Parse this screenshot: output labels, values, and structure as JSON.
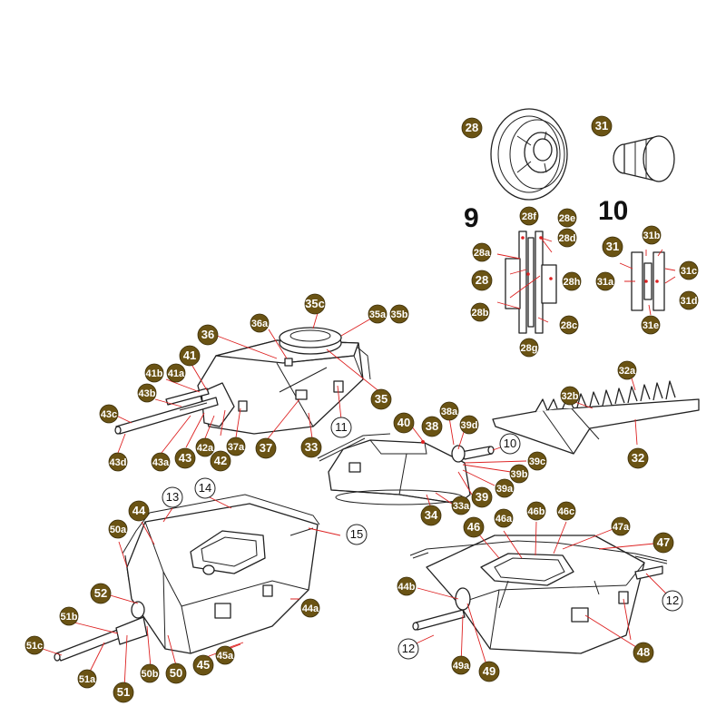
{
  "steps": [
    "9",
    "10"
  ],
  "colors": {
    "badge_fill": "#6a5314",
    "badge_text": "#ffffff",
    "leader": "#dd2222",
    "outline": "#222222"
  },
  "labels": {
    "l28": "28",
    "l31": "31",
    "l28f": "28f",
    "l28e": "28e",
    "l28d": "28d",
    "l28a": "28a",
    "l28_2": "28",
    "l28h": "28h",
    "l28b": "28b",
    "l28c": "28c",
    "l28g": "28g",
    "l31_2": "31",
    "l31b": "31b",
    "l31c": "31c",
    "l31a": "31a",
    "l31d": "31d",
    "l31e": "31e",
    "l35c": "35c",
    "l35a": "35a",
    "l35b": "35b",
    "l36a": "36a",
    "l36": "36",
    "l41": "41",
    "l41b": "41b",
    "l41a": "41a",
    "l43b": "43b",
    "l43c": "43c",
    "l43d": "43d",
    "l43a": "43a",
    "l43": "43",
    "l42a": "42a",
    "l42": "42",
    "l37a": "37a",
    "l37": "37",
    "l33": "33",
    "l35": "35",
    "l11": "11",
    "l32a": "32a",
    "l32b": "32b",
    "l32": "32",
    "l40": "40",
    "l38a": "38a",
    "l38": "38",
    "l39d": "39d",
    "l10": "10",
    "l39c": "39c",
    "l39b": "39b",
    "l39a": "39a",
    "l39": "39",
    "l33a": "33a",
    "l34": "34",
    "l13": "13",
    "l14": "14",
    "l44": "44",
    "l15": "15",
    "l50a": "50a",
    "l52": "52",
    "l51b": "51b",
    "l51c": "51c",
    "l51a": "51a",
    "l51": "51",
    "l50b": "50b",
    "l50": "50",
    "l45": "45",
    "l45a": "45a",
    "l44a": "44a",
    "l46": "46",
    "l46a": "46a",
    "l46b": "46b",
    "l46c": "46c",
    "l47a": "47a",
    "l47": "47",
    "l12a": "12",
    "l44b": "44b",
    "l12b": "12",
    "l49": "49",
    "l49a": "49a",
    "l48": "48"
  }
}
